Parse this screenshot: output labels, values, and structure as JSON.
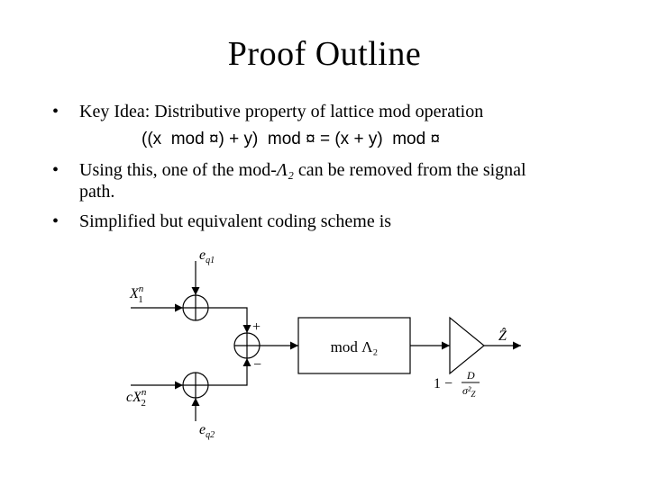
{
  "slide": {
    "title": "Proof Outline",
    "bullets": [
      {
        "marker": "•",
        "text": "Key Idea: Distributive property of lattice mod operation"
      },
      {
        "marker": "•",
        "text_before": "Using this, one of the mod-",
        "symbol": "Λ₂",
        "text_after": " can be removed from the signal",
        "text_line2": "path."
      },
      {
        "marker": "•",
        "text": "Simplified but equivalent coding scheme is"
      }
    ],
    "formula": {
      "p1": "((x  mod ¤) + y)  mod ¤ = (x + y)  mod ¤"
    }
  },
  "diagram": {
    "input_top": "X",
    "input_top_sup": "n",
    "input_top_sub": "1",
    "input_bottom_prefix": "cX",
    "input_bottom_sup": "n",
    "input_bottom_sub": "2",
    "noise_top": "e",
    "noise_top_sub": "q1",
    "noise_bottom": "e",
    "noise_bottom_sub": "q2",
    "plus_sign": "+",
    "minus_sign": "−",
    "box_label": "mod Λ₂",
    "gain_one": "1 −",
    "gain_num": "D",
    "gain_den": "σ²",
    "gain_den_sub": "Z",
    "output_label": "Ẑ"
  }
}
